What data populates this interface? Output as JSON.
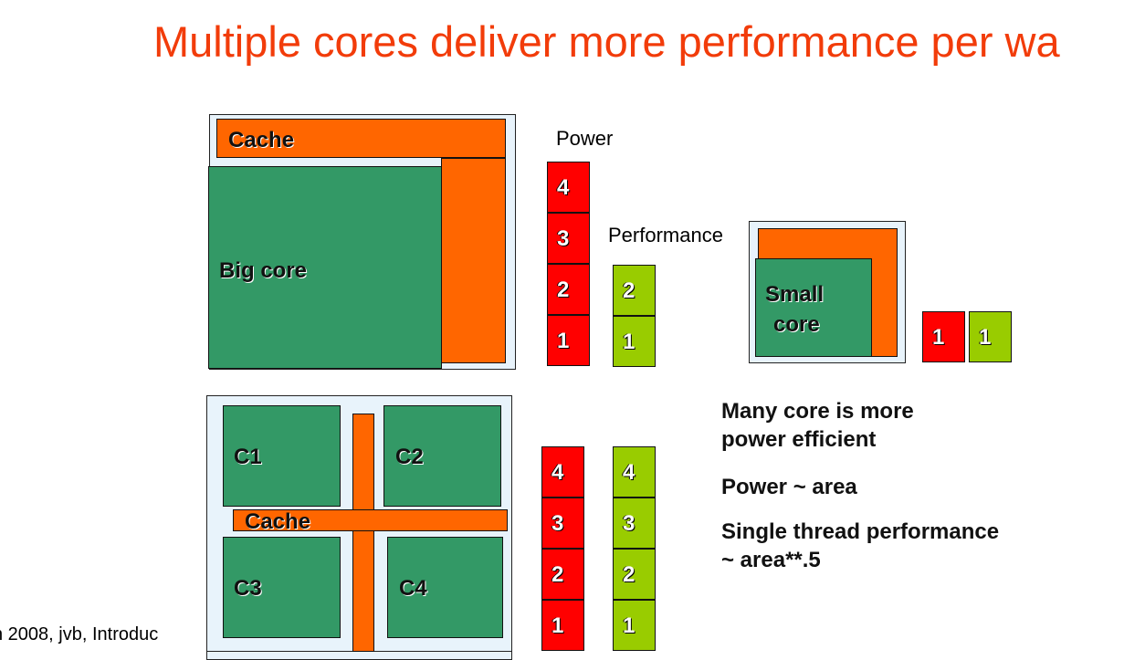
{
  "title": "Multiple cores deliver more performance per wa",
  "big_core_diagram": {
    "cache_label": "Cache",
    "core_label": "Big core"
  },
  "power_label": "Power",
  "performance_label": "Performance",
  "big_power_cells": [
    "4",
    "3",
    "2",
    "1"
  ],
  "big_perf_cells": [
    "2",
    "1"
  ],
  "small_core_diagram": {
    "core_label_line1": "Small",
    "core_label_line2": "core",
    "power_cell": "1",
    "perf_cell": "1"
  },
  "multi_core_diagram": {
    "cores": [
      "C1",
      "C2",
      "C3",
      "C4"
    ],
    "cache_label": "Cache"
  },
  "multi_power_cells": [
    "4",
    "3",
    "2",
    "1"
  ],
  "multi_perf_cells": [
    "4",
    "3",
    "2",
    "1"
  ],
  "notes": [
    "Many core is more power efficient",
    "Power ~ area",
    "Single thread performance ~ area**.5"
  ],
  "footer": "h 2008, jvb, Introduc",
  "colors": {
    "title": "#f23c0a",
    "cache": "#ff6600",
    "core": "#339966",
    "power": "#ff0000",
    "performance": "#99cc00",
    "frame": "#e8f3fb"
  }
}
